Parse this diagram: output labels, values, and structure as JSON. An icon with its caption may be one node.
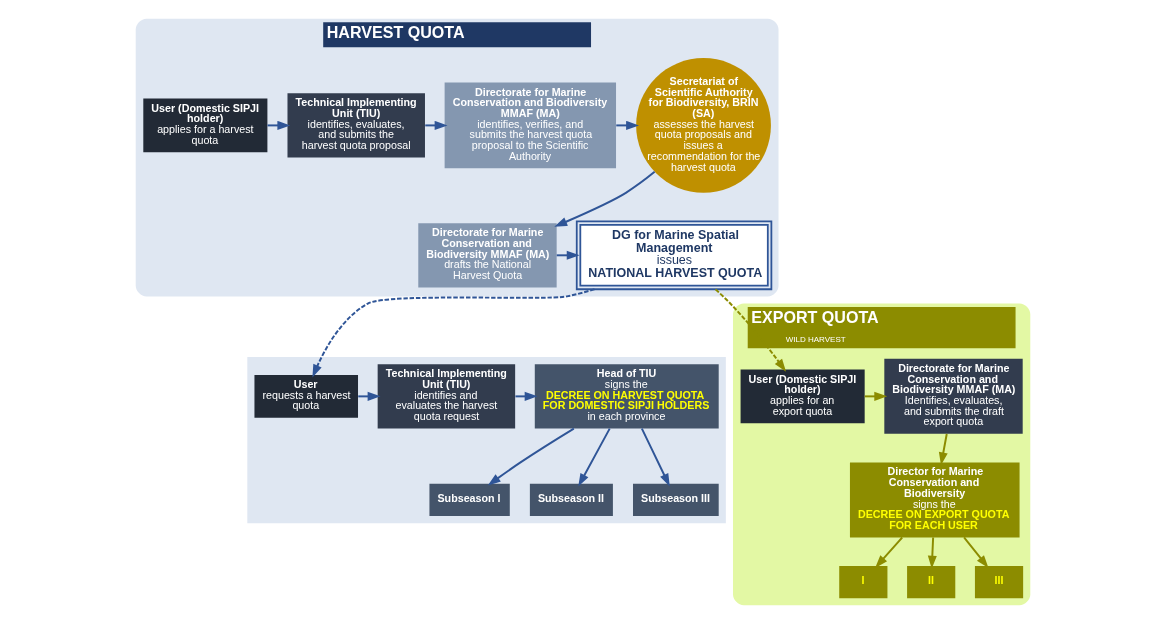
{
  "diagram": {
    "nodes": [
      {
        "text": [
          "HARVEST QUOTA"
        ]
      },
      {
        "text": [
          "User (Domestic SIPJI holder)",
          "applies for a harvest quota"
        ],
        "in": 0
      },
      {
        "text": [
          "Technical Implementing Unit (TIU)",
          "identifies, evaluates, and submits the harvest quota proposal"
        ],
        "in": 0
      },
      {
        "text": [
          "Directorate for Marine Conservation and Biodiversity MMAF (MA)",
          "identifies, verifies, and submits the harvest quota proposal to the Scientific Authority"
        ],
        "in": 0
      },
      {
        "text": [
          "Secretariat of Scientific Authority for Biodiversity, BRIN (SA)",
          "assesses the harvest quota proposals and issues a recommendation for the harvest quota"
        ],
        "in": 0
      },
      {
        "text": [
          "Directorate for Marine Conservation and Biodiversity MMAF (MA)",
          "drafts the National Harvest Quota"
        ],
        "in": 0
      },
      {
        "text": [
          "DG for Marine Spatial Management",
          "issues",
          "NATIONAL HARVEST QUOTA"
        ],
        "in": 0
      },
      {
        "text": [],
        "shape": "box"
      },
      {
        "text": [
          "User",
          "requests a harvest quota"
        ],
        "in": 7
      },
      {
        "text": [
          "Technical Implementing Unit (TIU)",
          "identifies and evaluates the harvest quota request"
        ],
        "in": 7
      },
      {
        "text": [
          "Head of TIU",
          "signs the",
          "DECREE ON HARVEST QUOTA FOR DOMESTIC SIPJI HOLDERS",
          "in each province"
        ],
        "in": 7
      },
      {
        "text": [
          "Subseason I"
        ],
        "in": 7
      },
      {
        "text": [
          "Subseason II"
        ],
        "in": 7
      },
      {
        "text": [
          "Subseason III"
        ],
        "in": 7
      },
      {
        "text": [
          "EXPORT QUOTA",
          "WILD HARVEST"
        ]
      },
      {
        "text": [
          "User (Domestic SIPJI holder)",
          "applies for an export quota"
        ],
        "in": 14
      },
      {
        "text": [
          "Directorate for Marine Conservation and Biodiversity MMAF (MA)",
          "Identifies, evaluates, and submits the draft export quota"
        ],
        "in": 14
      },
      {
        "text": [
          "Director for Marine Conservation and Biodiversity",
          "signs the",
          "DECREE ON EXPORT QUOTA FOR EACH USER"
        ],
        "in": 14
      },
      {
        "text": [
          "I"
        ],
        "in": 14
      },
      {
        "text": [
          "II"
        ],
        "in": 14
      },
      {
        "text": [
          "III"
        ],
        "in": 14
      }
    ],
    "edges": [
      {
        "from": 1,
        "to": 2,
        "arrow": "to"
      },
      {
        "from": 2,
        "to": 3,
        "arrow": "to"
      },
      {
        "from": 3,
        "to": 4,
        "arrow": "to"
      },
      {
        "from": 4,
        "to": 5,
        "arrow": "to"
      },
      {
        "from": 5,
        "to": 6,
        "arrow": "to"
      },
      {
        "from": 6,
        "to": 8,
        "arrow": "to",
        "style": "dashed"
      },
      {
        "from": 8,
        "to": 9,
        "arrow": "to"
      },
      {
        "from": 9,
        "to": 10,
        "arrow": "to"
      },
      {
        "from": 10,
        "to": 11,
        "arrow": "to"
      },
      {
        "from": 10,
        "to": 12,
        "arrow": "to"
      },
      {
        "from": 10,
        "to": 13,
        "arrow": "to"
      },
      {
        "from": 6,
        "to": 15,
        "arrow": "to",
        "style": "dashed",
        "color": "#8c8c00"
      },
      {
        "from": 15,
        "to": 16,
        "arrow": "to",
        "color": "#8c8c00"
      },
      {
        "from": 16,
        "to": 17,
        "arrow": "to",
        "color": "#8c8c00"
      },
      {
        "from": 17,
        "to": 18,
        "arrow": "to",
        "color": "#8c8c00"
      },
      {
        "from": 17,
        "to": 19,
        "arrow": "to",
        "color": "#8c8c00"
      },
      {
        "from": 17,
        "to": 20,
        "arrow": "to",
        "color": "#8c8c00"
      }
    ]
  }
}
